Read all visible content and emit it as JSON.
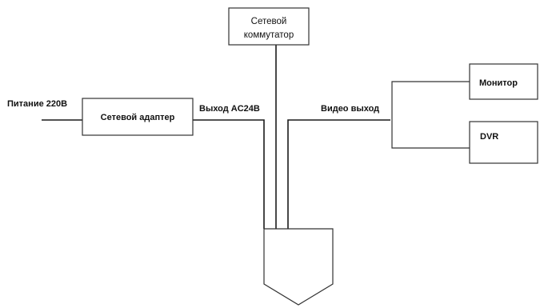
{
  "switch": {
    "line1": "Сетевой",
    "line2": "коммутатор"
  },
  "adapter": {
    "label": "Сетевой адаптер"
  },
  "power_label": "Питание 220В",
  "ac_out_label": "Выход AC24В",
  "video_out_label": "Видео выход",
  "monitor": {
    "label": "Монитор"
  },
  "dvr": {
    "label": "DVR"
  }
}
